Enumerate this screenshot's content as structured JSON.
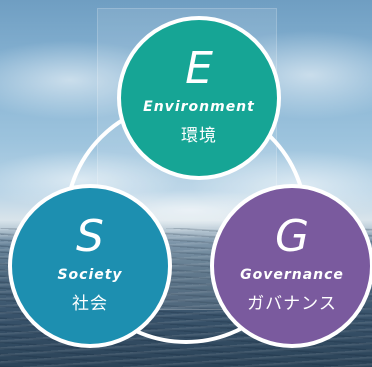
{
  "colors": {
    "environment": "#16a595",
    "society": "#1d8fb0",
    "governance": "#7a5a9e",
    "ring": "#ffffff"
  },
  "environment": {
    "letter": "E",
    "label_en": "Environment",
    "label_jp": "環境"
  },
  "society": {
    "letter": "S",
    "label_en": "Society",
    "label_jp": "社会"
  },
  "governance": {
    "letter": "G",
    "label_en": "Governance",
    "label_jp": "ガバナンス"
  }
}
